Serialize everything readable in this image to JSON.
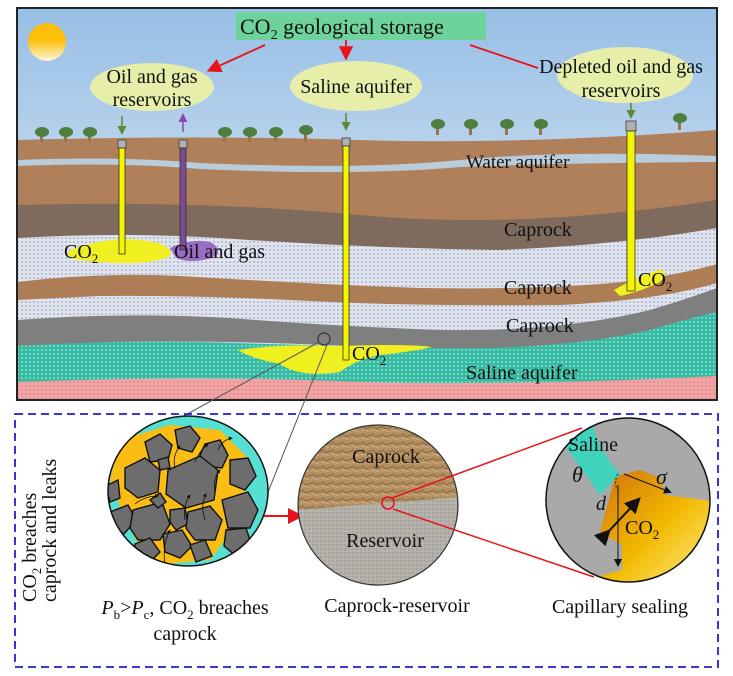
{
  "title": {
    "main": "CO",
    "sub": "2",
    "rest": " geological storage"
  },
  "storage_types": [
    {
      "line1": "Oil and gas",
      "line2": "reservoirs"
    },
    {
      "line1": "Saline aquifer",
      "line2": ""
    },
    {
      "line1": "Depleted oil and gas",
      "line2": "reservoirs"
    }
  ],
  "cross_section_labels": {
    "water_aquifer": "Water aquifer",
    "caprock_1": "Caprock",
    "caprock_2": "Caprock",
    "caprock_3": "Caprock",
    "saline_aquifer": "Saline aquifer",
    "co2_left": {
      "main": "CO",
      "sub": "2"
    },
    "oil_and_gas": "Oil and gas",
    "co2_center": {
      "main": "CO",
      "sub": "2"
    },
    "co2_right": {
      "main": "CO",
      "sub": "2"
    }
  },
  "detail_panel": {
    "side_label_line1": {
      "main": "CO",
      "sub": "2",
      "rest": " breaches"
    },
    "side_label_line2": "caprock and leaks",
    "panel_a": {
      "caption_line1": {
        "p1": "P",
        "s1": "b",
        "gt": ">",
        "p2": "P",
        "s2": "c",
        "rest1": ", CO",
        "s3": "2",
        "rest2": " breaches"
      },
      "caption_line2": "caprock"
    },
    "panel_b": {
      "top_label": "Caprock",
      "bottom_label": "Reservoir",
      "caption": "Caprock-reservoir"
    },
    "panel_c": {
      "saline_label": "Saline",
      "theta": "θ",
      "sigma": "σ",
      "d": "d",
      "co2": {
        "main": "CO",
        "sub": "2"
      },
      "caption": "Capillary sealing"
    }
  },
  "colors": {
    "title_bg": "#6dd39a",
    "arrow_red": "#e8141b",
    "arrow_green": "#5b8a2e",
    "arrow_purple": "#8a4bb0",
    "ellipse_fill": "#e6eeaa",
    "sky_top": "#9dc1e6",
    "sun": "#fcbf0a",
    "soil": "#b0805a",
    "water": "#b8ccdc",
    "caprock_dark": "#7d6a5c",
    "sand": "#c9d4e4",
    "gray_rock": "#7f7f7f",
    "saline": "#3fc3aa",
    "basement": "#f19c9e",
    "co2_yellow": "#f0f020",
    "oil_purple": "#9b6cc4",
    "dash_blue": "#1f1fd6"
  }
}
